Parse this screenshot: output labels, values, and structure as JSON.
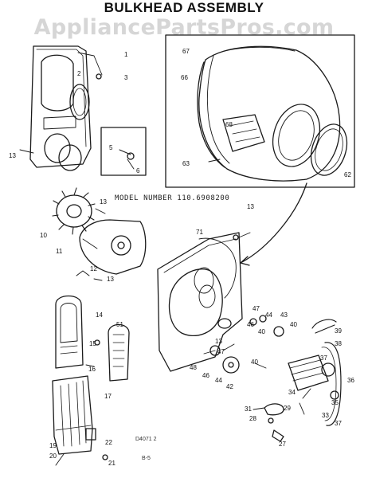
{
  "header": {
    "title": "BULKHEAD ASSEMBLY",
    "watermark": "AppliancePartsPros.com"
  },
  "model_number": "MODEL NUMBER 110.6908200",
  "callouts": [
    "1",
    "2",
    "3",
    "13",
    "5",
    "6",
    "67",
    "66",
    "68",
    "63",
    "62",
    "13",
    "10",
    "11",
    "71",
    "13",
    "12",
    "13",
    "14",
    "15",
    "16",
    "51",
    "17",
    "22",
    "21",
    "19",
    "20",
    "47",
    "46",
    "44",
    "40",
    "43",
    "40",
    "13",
    "47",
    "46",
    "44",
    "40",
    "48",
    "42",
    "39",
    "38",
    "37",
    "36",
    "34",
    "35",
    "33",
    "37",
    "31",
    "29",
    "28",
    "27"
  ],
  "footer": {
    "code": "B-5",
    "stamp": "D4071 2"
  }
}
